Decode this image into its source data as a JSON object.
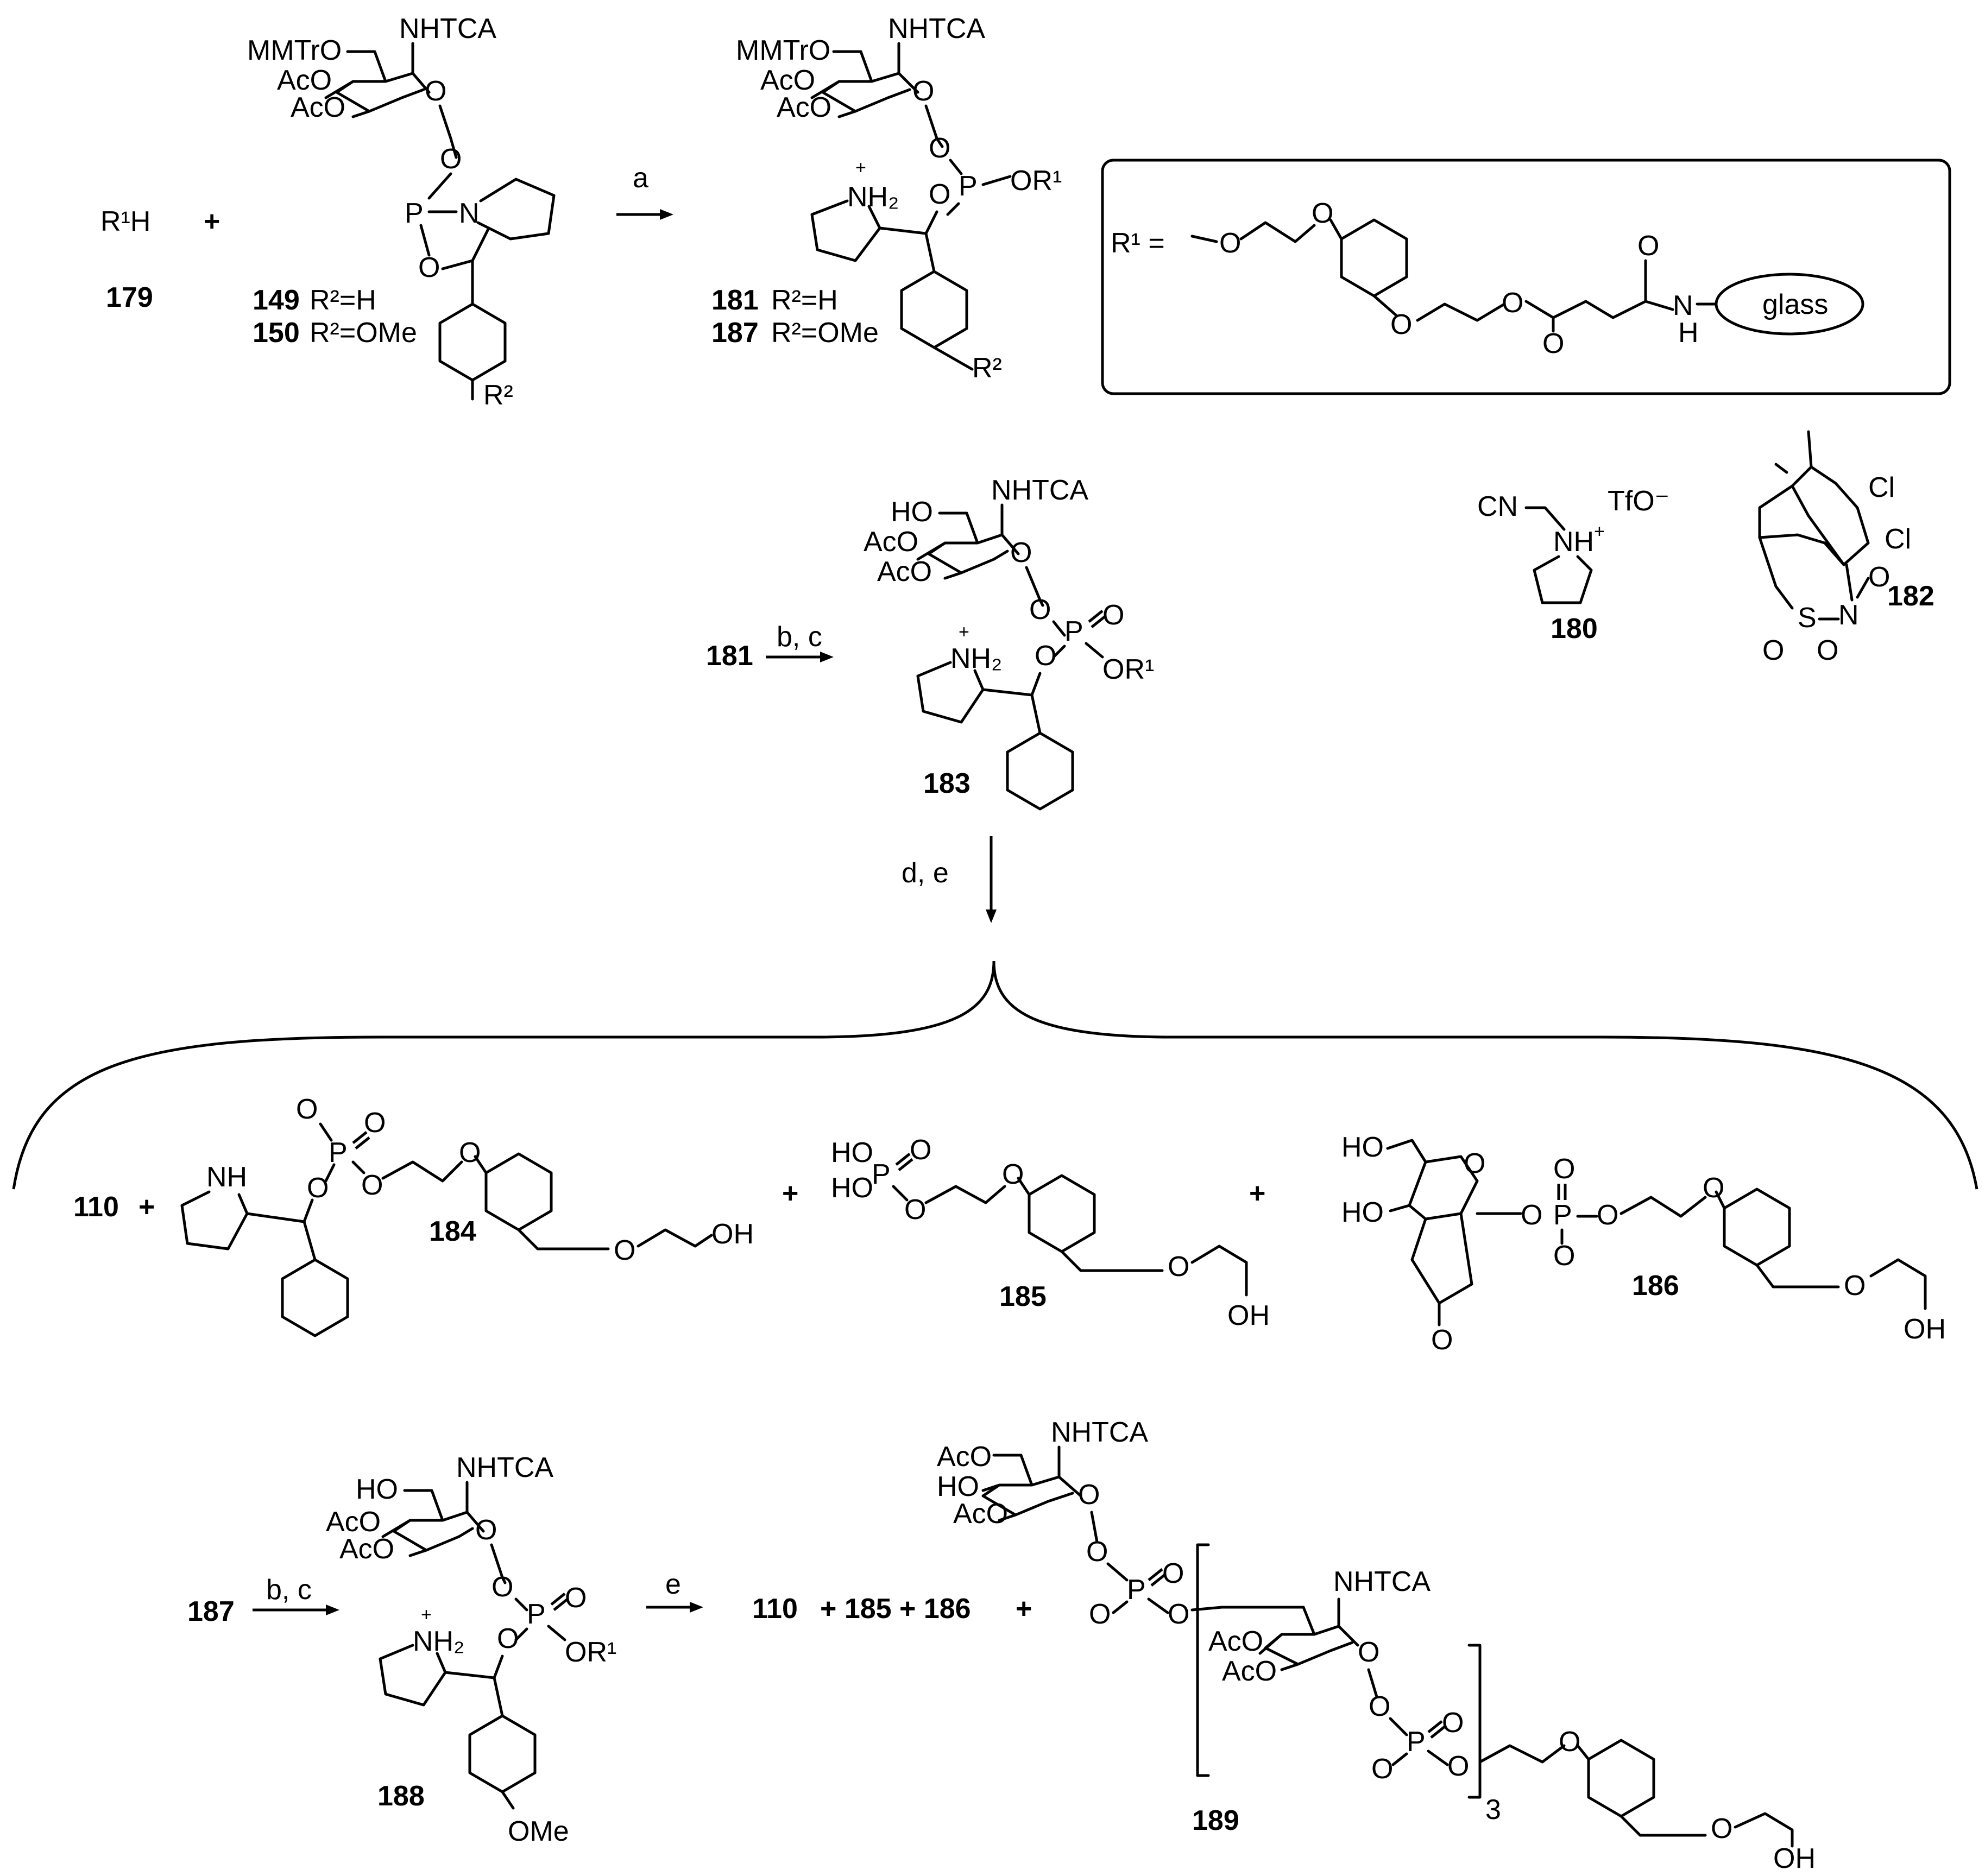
{
  "scheme": {
    "r1h": "R¹H",
    "plus": "+",
    "cmpd": {
      "c179": "179",
      "c149": "149",
      "c150": "150",
      "c181": "181",
      "c187": "187",
      "c180": "180",
      "c182": "182",
      "c183": "183",
      "c110": "110",
      "c184": "184",
      "c185": "185",
      "c186": "186",
      "c188": "188",
      "c189": "189",
      "c110b": "110",
      "c187b": "187",
      "c181b": "181",
      "plus185": "+ 185 + 186"
    },
    "sub": {
      "r2h": "R²=H",
      "r2ome": "R²=OMe",
      "r2h_b": "R²=H",
      "r2ome_b": "R²=OMe",
      "r2": "R²"
    },
    "arrows": {
      "a": "a",
      "bc": "b, c",
      "de": "d, e",
      "bc2": "b, c",
      "e": "e"
    },
    "labels": {
      "nhtca": "NHTCA",
      "mmtro": "MMTrO",
      "aco": "AcO",
      "ho": "HO",
      "oh": "OH",
      "o": "O",
      "p": "P",
      "n": "N",
      "nh": "NH",
      "nh2": "NH₂",
      "or1": "OR¹",
      "r1eq": "R¹ =",
      "glass": "glass",
      "h": "H",
      "cn": "CN",
      "tfo": "TfO⁻",
      "cl": "Cl",
      "s": "S",
      "ome": "OMe",
      "three": "3"
    }
  }
}
